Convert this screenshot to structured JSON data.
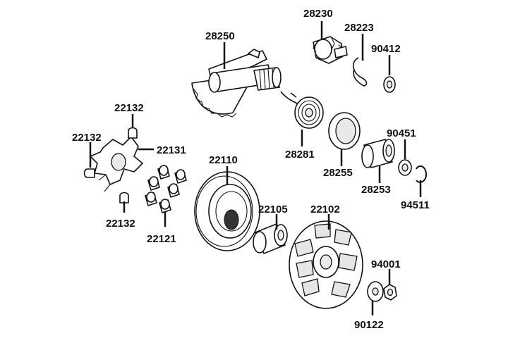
{
  "diagram": {
    "style": "exploded parts view",
    "line_color": "#111111",
    "background": "#ffffff",
    "part_numbers": {
      "p28230": "28230",
      "p28250": "28250",
      "p28223": "28223",
      "p90412": "90412",
      "p28281": "28281",
      "p28255": "28255",
      "p90451": "90451",
      "p28253": "28253",
      "p94511": "94511",
      "p22132a": "22132",
      "p22132b": "22132",
      "p22132c": "22132",
      "p22131": "22131",
      "p22110": "22110",
      "p22105": "22105",
      "p22102": "22102",
      "p22121": "22121",
      "p94001": "94001",
      "p90122": "90122"
    }
  }
}
